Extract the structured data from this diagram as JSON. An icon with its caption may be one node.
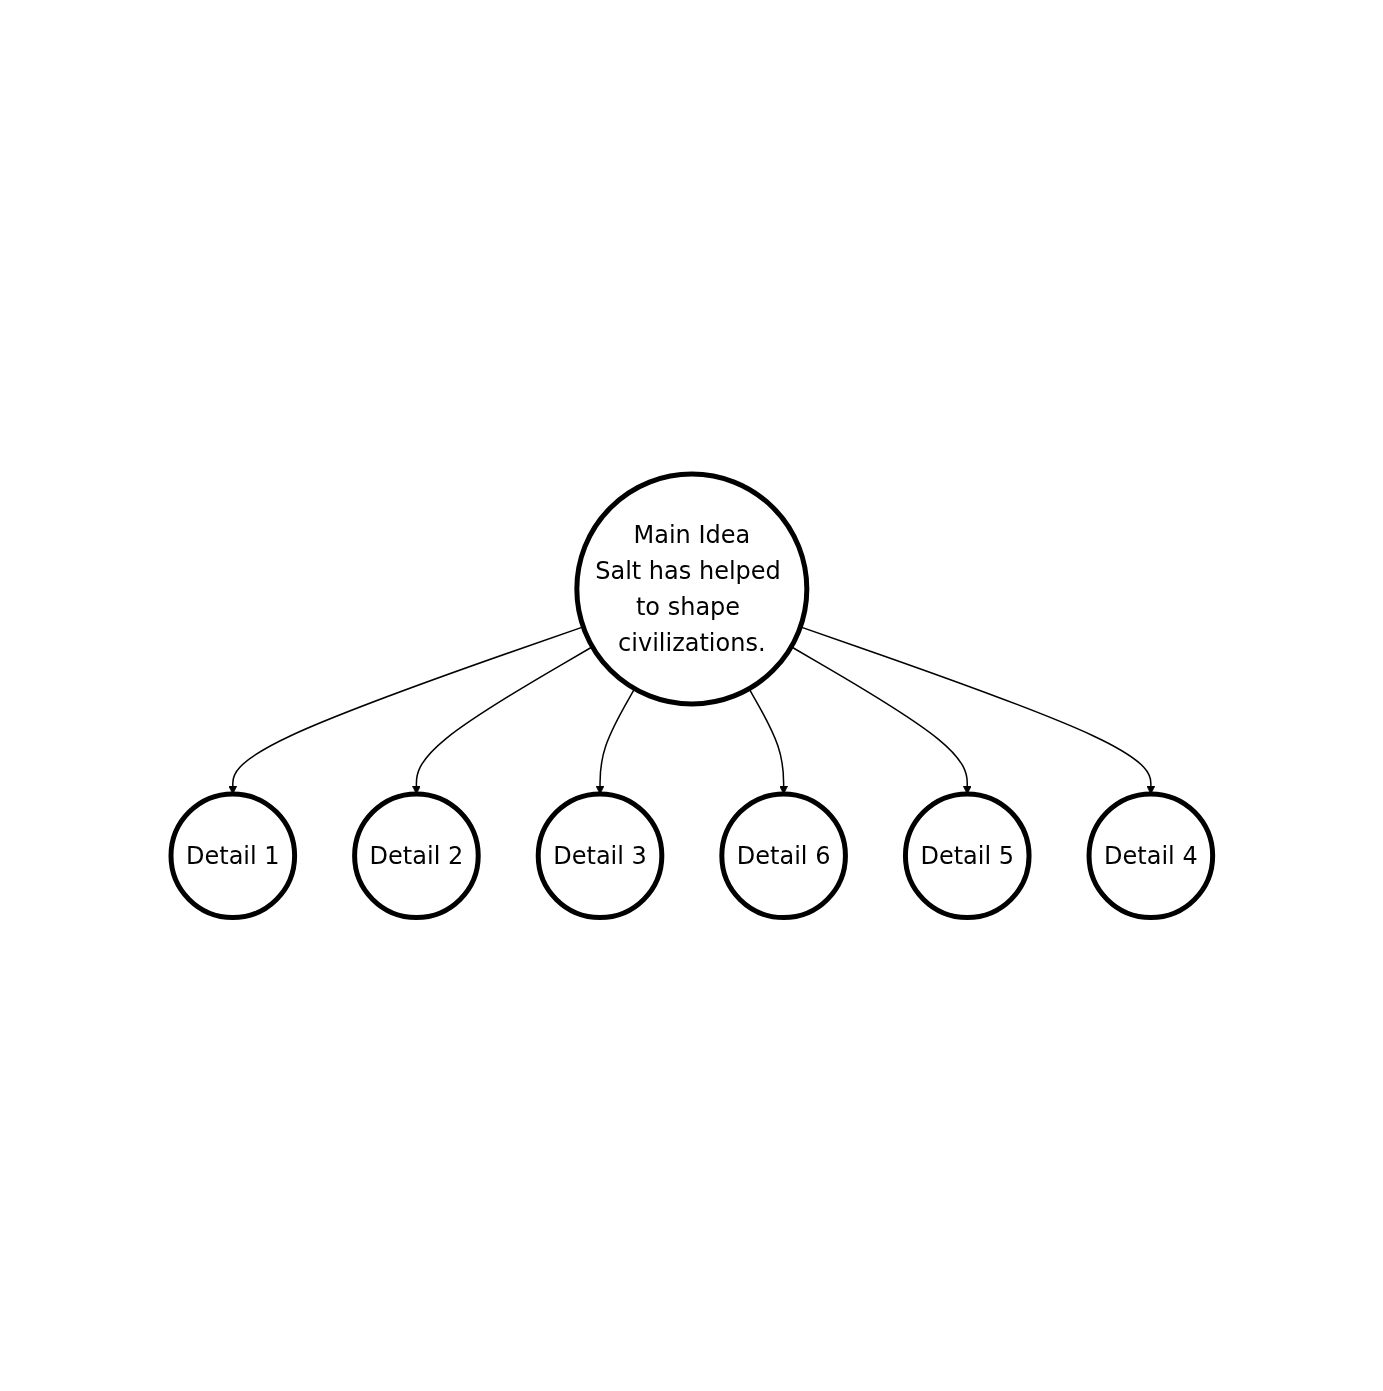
{
  "diagram": {
    "nodes": [
      {
        "text": [
          "Detail 2"
        ]
      },
      {
        "text": [
          "Detail 1"
        ]
      },
      {
        "text": [
          "Detail 3"
        ]
      },
      {
        "text": [
          "Main Idea",
          "Salt has helped to shape civilizations."
        ]
      },
      {
        "text": [
          "Detail 6"
        ]
      },
      {
        "text": [
          "Detail 4"
        ]
      },
      {
        "text": [
          "Detail 5"
        ]
      }
    ],
    "edges": [
      {
        "from": 3,
        "to": 1,
        "arrow": "to"
      },
      {
        "from": 3,
        "to": 0,
        "arrow": "to"
      },
      {
        "from": 3,
        "to": 2,
        "arrow": "to"
      },
      {
        "from": 3,
        "to": 4,
        "arrow": "to"
      },
      {
        "from": 3,
        "to": 6,
        "arrow": "to"
      },
      {
        "from": 3,
        "to": 5,
        "arrow": "to"
      }
    ]
  }
}
